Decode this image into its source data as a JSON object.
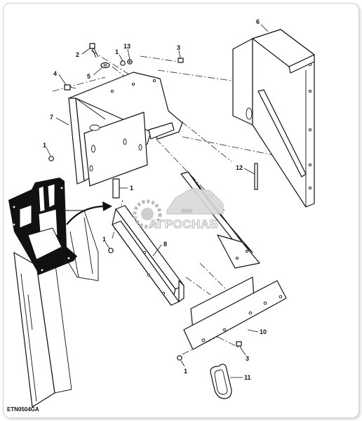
{
  "figure_code": "ETN0504GA",
  "watermark": {
    "brand": "АГРОСНАБ",
    "prefix": "ООО"
  },
  "callouts": [
    {
      "id": "c-6",
      "label": "6"
    },
    {
      "id": "c-2",
      "label": "2"
    },
    {
      "id": "c-1a",
      "label": "1"
    },
    {
      "id": "c-13",
      "label": "13"
    },
    {
      "id": "c-3a",
      "label": "3"
    },
    {
      "id": "c-5",
      "label": "5"
    },
    {
      "id": "c-4",
      "label": "4"
    },
    {
      "id": "c-7",
      "label": "7"
    },
    {
      "id": "c-1b",
      "label": "1"
    },
    {
      "id": "c-12",
      "label": "12"
    },
    {
      "id": "c-1c",
      "label": "1"
    },
    {
      "id": "c-1d",
      "label": "1"
    },
    {
      "id": "c-8",
      "label": "8"
    },
    {
      "id": "c-10",
      "label": "10"
    },
    {
      "id": "c-3b",
      "label": "3"
    },
    {
      "id": "c-1e",
      "label": "1"
    },
    {
      "id": "c-11",
      "label": "11"
    }
  ]
}
